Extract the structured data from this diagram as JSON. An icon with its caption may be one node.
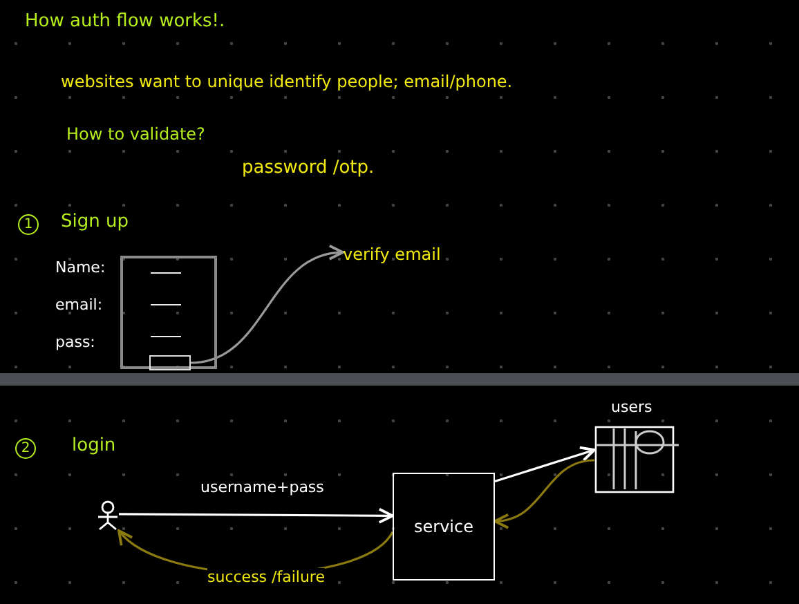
{
  "diagram": {
    "title": "How auth flow works!.",
    "nodes": [
      {
        "text": [],
        "shape": "box",
        "beside": [
          "Name:",
          "email:",
          "pass:"
        ]
      },
      {
        "text": [],
        "shape": "box",
        "in": 0
      },
      {
        "text": [
          "verify email"
        ]
      },
      {
        "text": [],
        "shape": "person"
      },
      {
        "text": [
          "service"
        ]
      },
      {
        "text": [
          "users"
        ]
      }
    ],
    "edges": [
      {
        "from": 1,
        "to": 2,
        "arrow": "to",
        "color": "#9a9a9a"
      },
      {
        "from": 3,
        "to": 4,
        "arrow": "to",
        "label": "username+pass"
      },
      {
        "from": 4,
        "to": 5,
        "arrow": "to"
      },
      {
        "from": 5,
        "to": 4,
        "arrow": "to",
        "color": "#8a7a10"
      },
      {
        "from": 4,
        "to": 3,
        "arrow": "to",
        "label": "success /failure",
        "color": "#8a7a10"
      }
    ],
    "labels": [
      "websites want to unique identify people; email/phone.",
      "How to validate?",
      "password /otp.",
      "1",
      "Sign up",
      "2",
      "login"
    ]
  }
}
